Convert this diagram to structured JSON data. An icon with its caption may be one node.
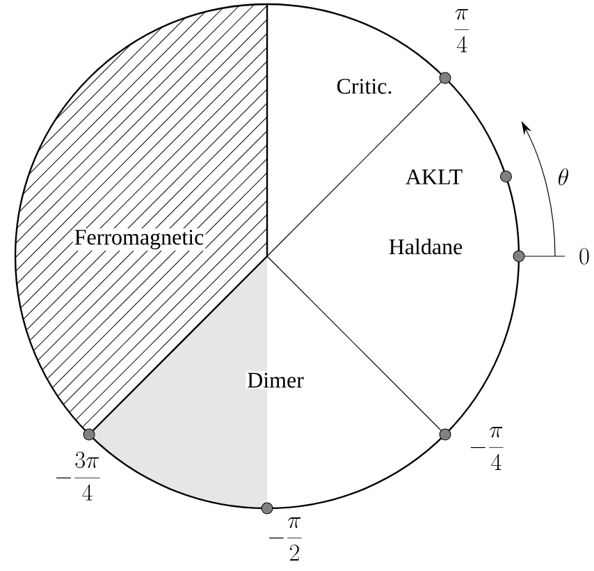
{
  "diagram": {
    "nodes": [
      {
        "text": [
          "Ferromagnetic"
        ]
      },
      {
        "text": [
          "Critic."
        ]
      },
      {
        "text": [
          "Haldane"
        ]
      },
      {
        "text": [
          "Dimer"
        ]
      }
    ],
    "labels": [
      "\\frac{\\pi}{4}",
      "AKLT",
      "\\theta",
      "0",
      "-\\frac{\\pi}{4}",
      "-\\frac{\\pi}{2}",
      "-\\frac{3\\pi}{4}"
    ]
  }
}
